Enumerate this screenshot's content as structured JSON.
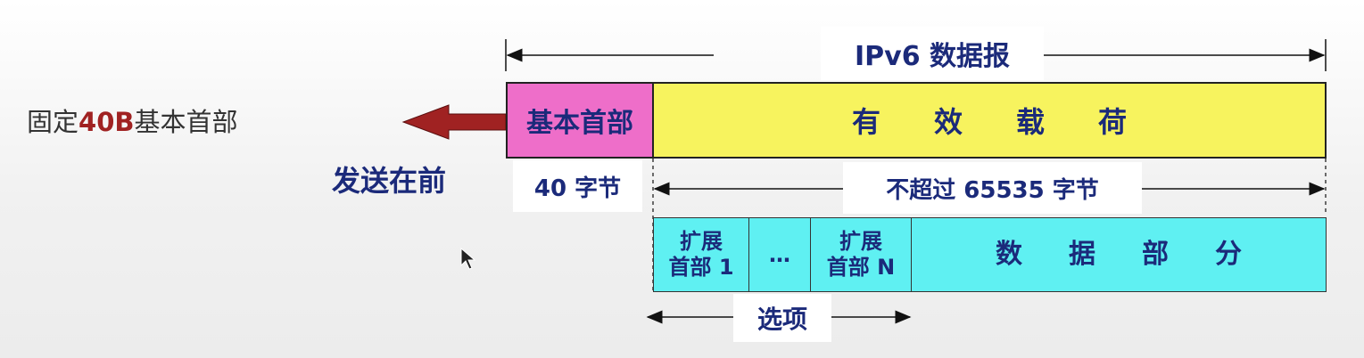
{
  "title": "IPv6 数据报",
  "header": {
    "label": "基本首部",
    "size": "40 字节"
  },
  "payload": {
    "label": "有效载荷",
    "size": "不超过 65535 字节"
  },
  "extensions": {
    "ext1": [
      "扩展",
      "首部 1"
    ],
    "ellipsis": "…",
    "extN": [
      "扩展",
      "首部 N"
    ],
    "data": "数据部分"
  },
  "options_label": "选项",
  "side_note": {
    "prefix": "固定",
    "highlight": "40B",
    "suffix": "基本首部"
  },
  "send_first": "发送在前",
  "colors": {
    "header": "#ee6ec9",
    "payload": "#f7f35e",
    "extension": "#5ff0f2",
    "text": "#1b2a7a",
    "accent": "#a02222"
  }
}
